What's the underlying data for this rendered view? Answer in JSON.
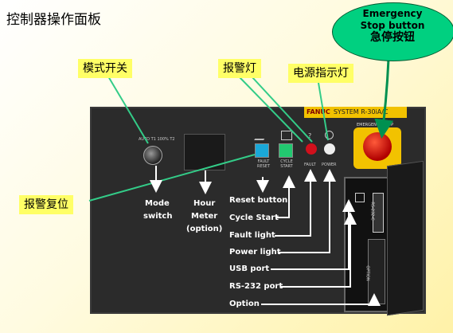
{
  "title": "控制器操作面板",
  "panel": {
    "fanuc": "FANUC",
    "system": "SYSTEM R-30iA/C",
    "estop_small": "EMERGENCY STOP",
    "mode_small": "AUTO T1 100% T2",
    "fault_reset_small": "FAULT RESET",
    "cycle_start_small": "CYCLE START",
    "fault_small": "FAULT",
    "power_small": "POWER",
    "rs232_small": "RS-232-C",
    "option_small": "OPTION"
  },
  "callouts": {
    "mode_cn": "模式开关",
    "alarm_cn": "报警灯",
    "power_cn": "电源指示灯",
    "reset_cn": "报警复位",
    "estop_en_1": "Emergency",
    "estop_en_2": "Stop button",
    "estop_cn": "急停按钮"
  },
  "labels": {
    "mode": "Mode",
    "switch": "switch",
    "hour": "Hour",
    "meter": "Meter",
    "option_paren": "(option)",
    "reset_button": "Reset button",
    "cycle_start": "Cycle Start",
    "fault_light": "Fault light",
    "power_light": "Power light",
    "usb_port": "USB port",
    "rs232_port": "RS-232 port",
    "option": "Option"
  },
  "colors": {
    "callout_bg": "#ffff66",
    "ellipse": "#00d080",
    "panel": "#2b2b2b",
    "arrow_white": "#ffffff",
    "callout_line": "#33cc88"
  }
}
